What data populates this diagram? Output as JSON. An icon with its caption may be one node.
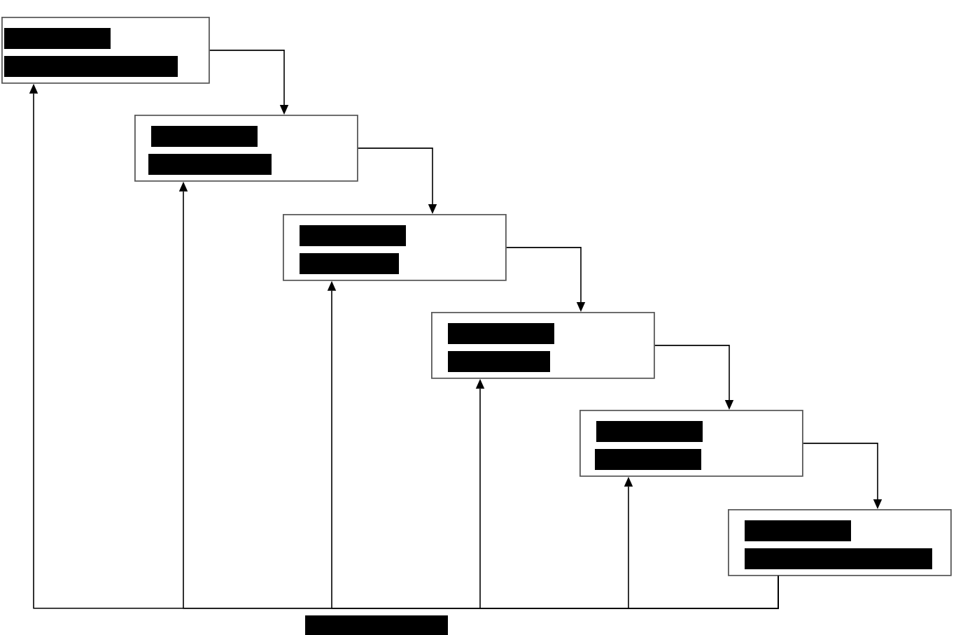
{
  "diagram": {
    "nodes": [
      {
        "text": [],
        "shape": "box"
      },
      {
        "text": [],
        "shape": "box"
      },
      {
        "text": [],
        "shape": "box"
      },
      {
        "text": [],
        "shape": "box"
      },
      {
        "text": [],
        "shape": "box"
      },
      {
        "text": [],
        "shape": "box"
      }
    ],
    "edges": [
      {
        "from": 0,
        "to": 1,
        "arrow": "to"
      },
      {
        "from": 1,
        "to": 2,
        "arrow": "to"
      },
      {
        "from": 2,
        "to": 3,
        "arrow": "to"
      },
      {
        "from": 3,
        "to": 4,
        "arrow": "to"
      },
      {
        "from": 4,
        "to": 5,
        "arrow": "to"
      },
      {
        "from": 5,
        "to": 0,
        "arrow": "to"
      },
      {
        "from": 5,
        "to": 1,
        "arrow": "to"
      },
      {
        "from": 5,
        "to": 2,
        "arrow": "to"
      },
      {
        "from": 5,
        "to": 3,
        "arrow": "to"
      },
      {
        "from": 5,
        "to": 4,
        "arrow": "to"
      }
    ]
  }
}
